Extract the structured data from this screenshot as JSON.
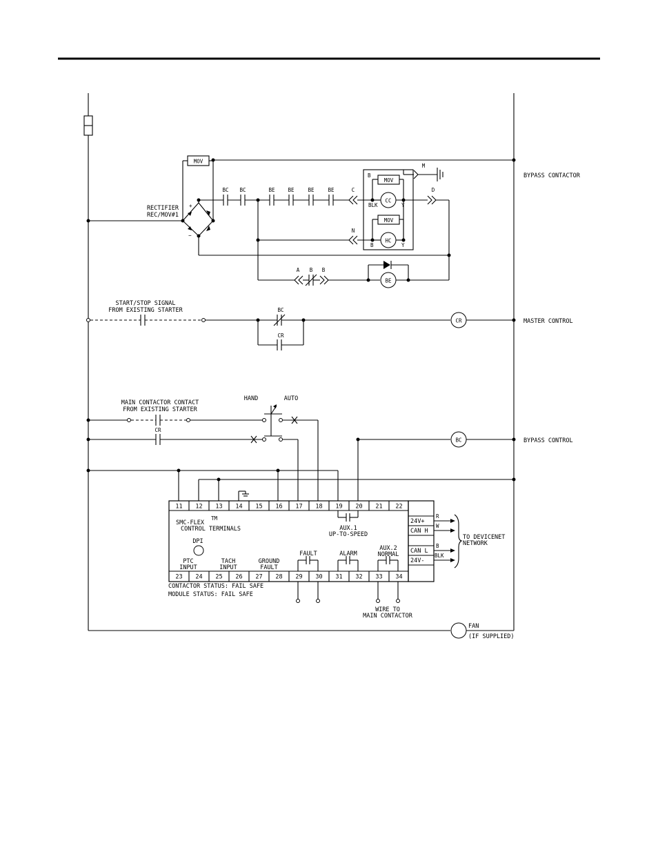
{
  "labels": {
    "bypass_contactor": "BYPASS CONTACTOR",
    "master_control": "MASTER CONTROL",
    "bypass_control": "BYPASS CONTROL",
    "rectifier_line1": "RECTIFIER",
    "rectifier_line2": "REC/MOV#1",
    "plus": "+",
    "minus": "−",
    "start_stop_line1": "START/STOP SIGNAL",
    "start_stop_line2": "FROM EXISTING STARTER",
    "main_contactor_line1": "MAIN CONTACTOR CONTACT",
    "main_contactor_line2": "FROM EXISTING STARTER",
    "hand": "HAND",
    "auto": "AUTO",
    "smc_line1": "SMC-FLEX",
    "smc_tm": "TM",
    "smc_line2": "CONTROL TERMINALS",
    "dpi": "DPI",
    "ptc_line1": "PTC",
    "ptc_line2": "INPUT",
    "tach_line1": "TACH",
    "tach_line2": "INPUT",
    "ground_line1": "GROUND",
    "ground_line2": "FAULT",
    "fault": "FAULT",
    "alarm": "ALARM",
    "aux1_line1": "AUX.1",
    "aux1_line2": "UP-TO-SPEED",
    "aux2_line1": "AUX.2",
    "aux2_line2": "NORMAL",
    "contactor_status": "CONTACTOR STATUS: FAIL SAFE",
    "module_status": "MODULE STATUS: FAIL SAFE",
    "wire_to_line1": "WIRE TO",
    "wire_to_line2": "MAIN CONTACTOR",
    "devicenet_line1": "TO DEVICENET",
    "devicenet_line2": "NETWORK",
    "fan": "FAN",
    "fan_note": "(IF SUPPLIED)",
    "mov": "MOV",
    "cc": "CC",
    "hc": "HC",
    "be_coil": "BE",
    "cr_coil": "CR",
    "bc_coil": "BC",
    "b": "B",
    "blk": "BLK",
    "y": "Y",
    "m": "M",
    "c": "C",
    "d": "D",
    "n": "N",
    "a": "A",
    "bc": "BC",
    "be": "BE",
    "cr": "CR"
  },
  "terminals_top": [
    "11",
    "12",
    "13",
    "14",
    "15",
    "16",
    "17",
    "18",
    "19",
    "20",
    "21",
    "22"
  ],
  "terminals_bottom": [
    "23",
    "24",
    "25",
    "26",
    "27",
    "28",
    "29",
    "30",
    "31",
    "32",
    "33",
    "34"
  ],
  "network_terminals": [
    "24V+",
    "CAN H",
    "CAN L",
    "24V-"
  ],
  "network_wires": [
    "R",
    "W",
    "B",
    "BLK"
  ]
}
